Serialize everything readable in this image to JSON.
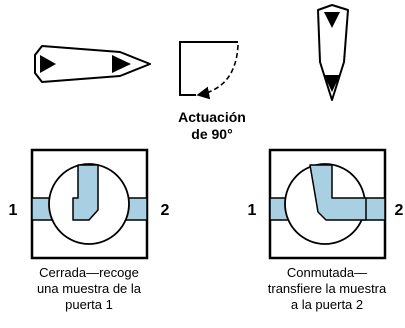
{
  "diagram": {
    "actuation": {
      "line1": "Actuación",
      "line2": "de 90°"
    },
    "closed_valve": {
      "port_left": "1",
      "port_right": "2",
      "caption": [
        "Cerrada—recoge",
        "una muestra de la",
        "puerta 1"
      ]
    },
    "switched_valve": {
      "port_left": "1",
      "port_right": "2",
      "caption": [
        "Conmutada—",
        "transfiere la muestra",
        "a la puerta 2"
      ]
    },
    "colors": {
      "channel_fill": "#a9cfe3",
      "stroke": "#000000",
      "background": "#ffffff"
    }
  }
}
